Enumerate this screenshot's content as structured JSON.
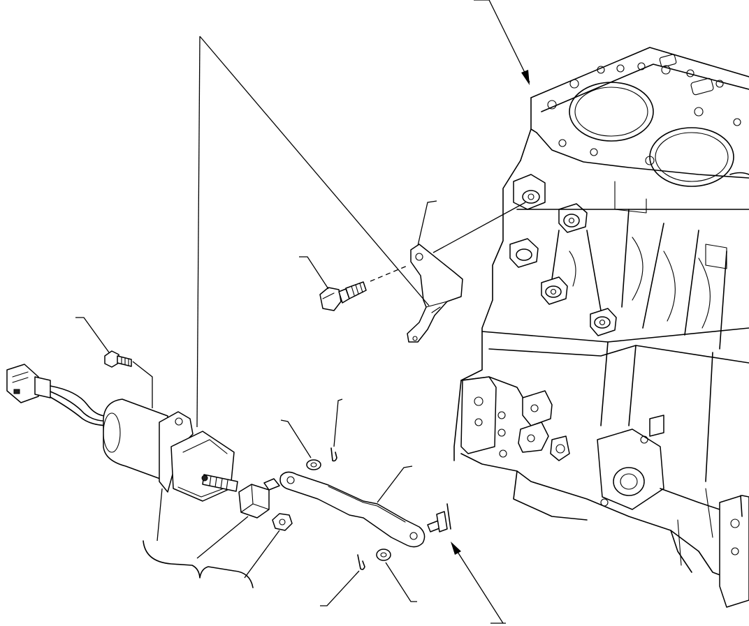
{
  "diagram": {
    "kind": "exploded parts view",
    "colors": {
      "ink": "#000000",
      "paper": "#ffffff"
    },
    "callouts": [
      {
        "id": "engine-block"
      },
      {
        "id": "stop-solenoid-bracket"
      },
      {
        "id": "bracket-bolt"
      },
      {
        "id": "solenoid-bolt"
      },
      {
        "id": "stop-solenoid"
      },
      {
        "id": "solenoid-assembly-brace"
      },
      {
        "id": "solenoid-joint"
      },
      {
        "id": "nut"
      },
      {
        "id": "washer-upper"
      },
      {
        "id": "cotter-pin-upper"
      },
      {
        "id": "stop-lever"
      },
      {
        "id": "pin"
      },
      {
        "id": "washer-lower"
      },
      {
        "id": "cotter-pin-lower"
      },
      {
        "id": "arrow-to-governor"
      }
    ]
  }
}
